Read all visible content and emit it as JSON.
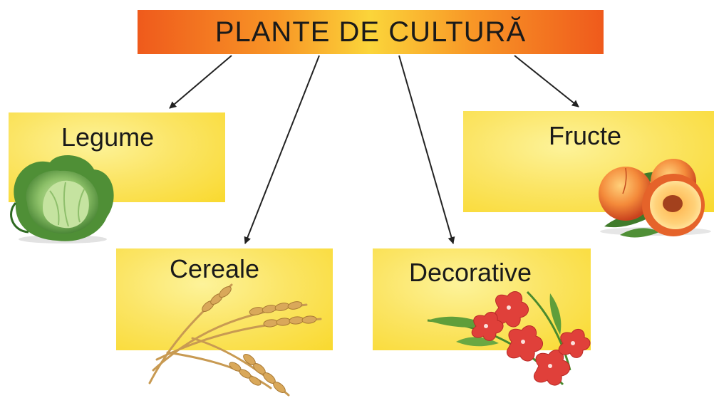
{
  "title": "PLANTE DE CULTURĂ",
  "categories": {
    "legume": "Legume",
    "cereale": "Cereale",
    "decorative": "Decorative",
    "fructe": "Fructe"
  },
  "illustrations": {
    "legume": "cabbage",
    "cereale": "wheat",
    "decorative": "gladiolus",
    "fructe": "peach"
  },
  "colors": {
    "title_orange": "#ef5a1c",
    "title_yellow": "#fbd53a",
    "box_yellow": "#f9d92e",
    "arrow": "#222222"
  }
}
